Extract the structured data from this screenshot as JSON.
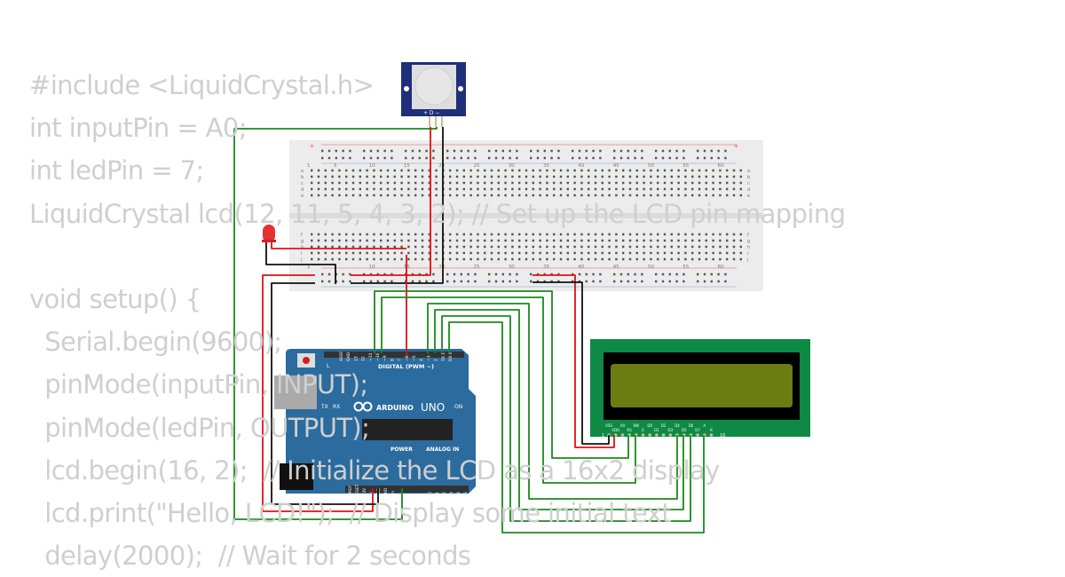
{
  "code_lines": [
    "#include <LiquidCrystal.h>",
    "int inputPin = A0;",
    "int ledPin = 7;",
    "LiquidCrystal lcd(12, 11, 5, 4, 3, 2); // Set up the LCD pin mapping",
    "",
    "void setup() {",
    "  Serial.begin(9600);",
    "  pinMode(inputPin, INPUT);",
    "  pinMode(ledPin, OUTPUT);",
    "  lcd.begin(16, 2);  // Initialize the LCD as a 16x2 display",
    "  lcd.print(\"Hello, LCD!\");  // Display some initial text",
    "  delay(2000);  // Wait for 2 seconds"
  ],
  "pir": {
    "pin_labels": "+ D −"
  },
  "breadboard": {
    "columns": [
      "1",
      "5",
      "10",
      "15",
      "20",
      "25",
      "30",
      "35",
      "40",
      "45",
      "50",
      "55",
      "60"
    ],
    "rows_top": [
      "a",
      "b",
      "c",
      "d",
      "e"
    ],
    "rows_bottom": [
      "f",
      "g",
      "h",
      "i",
      "j"
    ],
    "plus": "+"
  },
  "arduino": {
    "brand": "ARDUINO",
    "model": "UNO",
    "digital_label": "DIGITAL (PWM ~)",
    "power_label": "POWER",
    "analog_label": "ANALOG IN",
    "led_labels": [
      "L",
      "TX",
      "RX",
      "ON"
    ],
    "top_pins": [
      "AREF",
      "GND",
      "13",
      "12",
      "~11",
      "~10",
      "~9",
      "8",
      "7",
      "~6",
      "~5",
      "4",
      "~3",
      "2",
      "TX 1",
      "RX 0"
    ],
    "power_pins": [
      "IOREF",
      "RESET",
      "3.3V",
      "5V",
      "GND",
      "GND",
      "Vin"
    ],
    "analog_pins": [
      "A0",
      "A1",
      "A2",
      "A3",
      "A4",
      "A5"
    ]
  },
  "lcd": {
    "pin_labels": [
      "VSS",
      "VDD",
      "V0",
      "RS",
      "RW",
      "E",
      "D0",
      "D1",
      "D2",
      "D3",
      "D4",
      "D5",
      "D6",
      "D7",
      "A",
      "K"
    ],
    "pin_first": "1",
    "pin_last": "16"
  },
  "colors": {
    "wire_green": "#1a8a1a",
    "wire_red": "#e01010",
    "wire_black": "#111111",
    "arduino": "#2b6b9e",
    "lcd_pcb": "#0e8a45",
    "pir": "#1f2f7a"
  }
}
